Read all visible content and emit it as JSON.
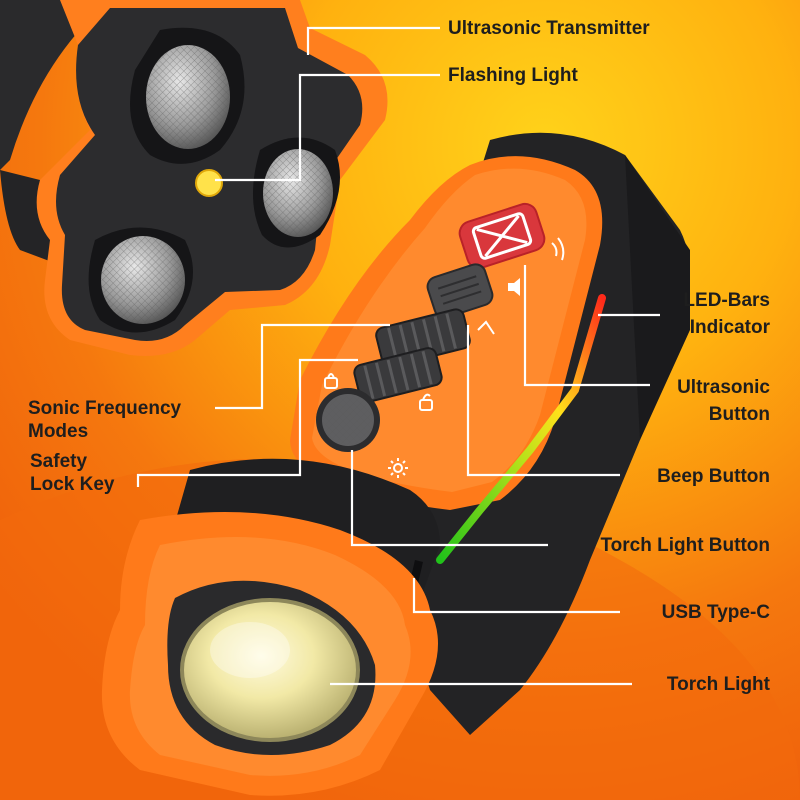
{
  "colors": {
    "background_orange": "#f06a0c",
    "background_yellow": "#ffc20e",
    "device_orange": "#ff7f1e",
    "device_dark": "#2a2a2c",
    "label_text": "#1e1e1e",
    "callout_line": "#ffffff",
    "led_red": "#ff2a1a",
    "led_yellow": "#ffe11a",
    "led_green": "#2cd11f",
    "ultrasonic_button": "#d9373c"
  },
  "icons": {
    "ultrasonic_button": "ultrasonic-x-icon",
    "wave": "wifi-wave-icon",
    "speaker": "speaker-icon",
    "lock": "lock-icon",
    "unlock": "unlock-icon",
    "torch": "sun-icon"
  },
  "labels": {
    "ultrasonic_transmitter": "Ultrasonic Transmitter",
    "flashing_light": "Flashing Light",
    "led_bars_line1": "LED-Bars",
    "led_bars_line2": "Indicator",
    "ultrasonic_button_line1": "Ultrasonic",
    "ultrasonic_button_line2": "Button",
    "beep_button": "Beep Button",
    "torch_light_button": "Torch Light Button",
    "usb_type_c": "USB Type-C",
    "torch_light": "Torch Light",
    "sonic_frequency_line1": "Sonic Frequency",
    "sonic_frequency_line2": "Modes",
    "safety_lock_line1": "Safety",
    "safety_lock_line2": "Lock Key"
  }
}
